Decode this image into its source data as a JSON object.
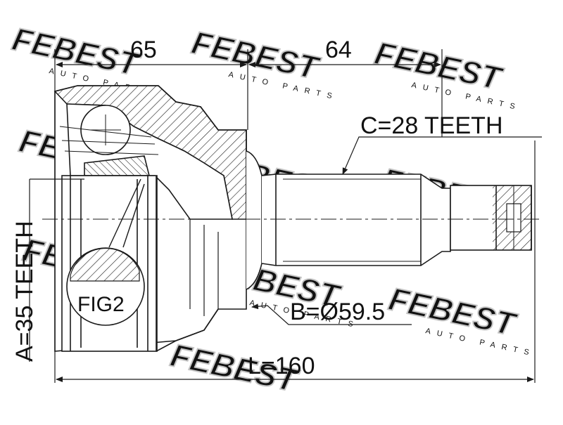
{
  "watermark": {
    "brand": "FEBEST",
    "sub": "AUTO PARTS"
  },
  "dimensions": {
    "top_left": "65",
    "top_right": "64",
    "c_teeth": "C=28 TEETH",
    "a_teeth": "A=35 TEETH",
    "b_dia": "B=Ø59.5",
    "length": "L=160",
    "fig": "FIG2"
  },
  "colors": {
    "line": "#1a1a1a",
    "watermark": "#c8c8c8"
  }
}
